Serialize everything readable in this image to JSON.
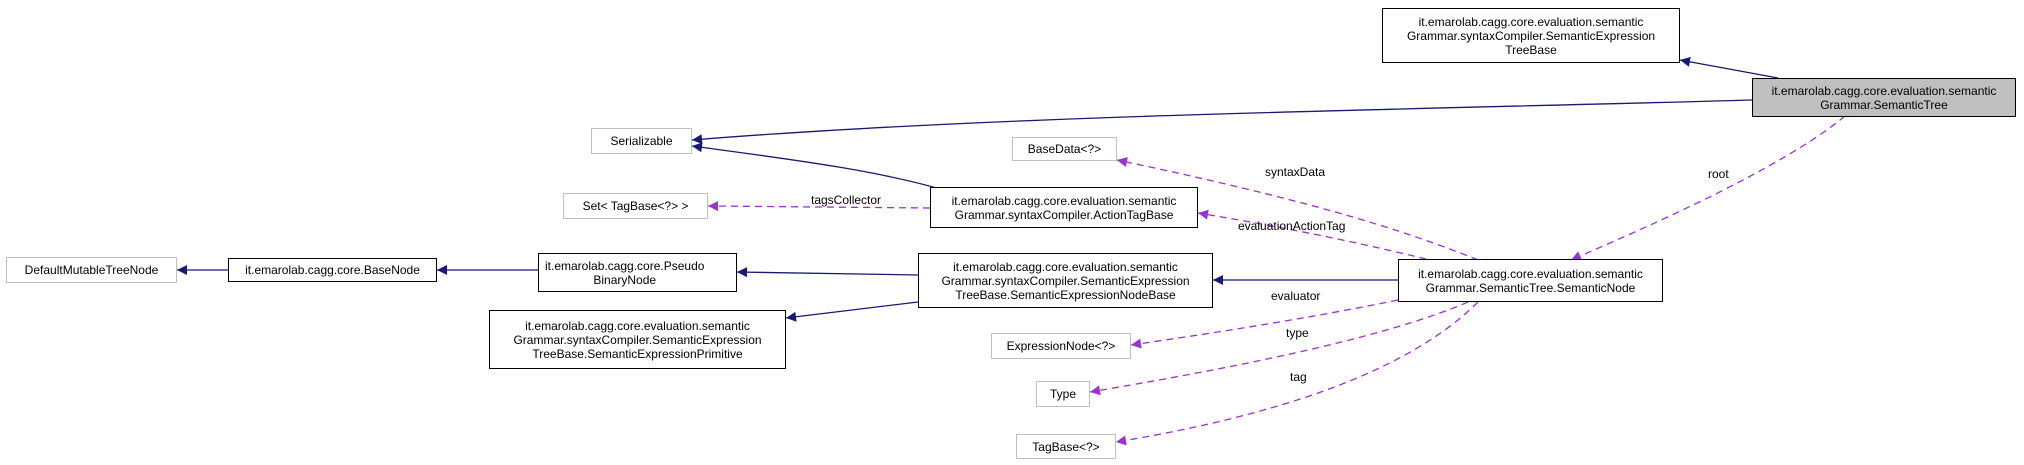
{
  "colors": {
    "inherit": "#191970",
    "usage": "#9a32cd",
    "highlight_fill": "#bfbfbf",
    "external_border": "#bfbfbf"
  },
  "nodes": {
    "semantic_tree": "it.emarolab.cagg.core.evaluation.semantic\nGrammar.SemanticTree",
    "semantic_expression_tree_base": "it.emarolab.cagg.core.evaluation.semantic\nGrammar.syntaxCompiler.SemanticExpression\nTreeBase",
    "serializable": "Serializable",
    "base_data": "BaseData<?>",
    "set_tag_base": "Set< TagBase<?> >",
    "action_tag_base": "it.emarolab.cagg.core.evaluation.semantic\nGrammar.syntaxCompiler.ActionTagBase",
    "default_mutable_tree_node": "DefaultMutableTreeNode",
    "base_node": "it.emarolab.cagg.core.BaseNode",
    "pseudo_binary_node": "it.emarolab.cagg.core.Pseudo\nBinaryNode",
    "semantic_expression_node_base": "it.emarolab.cagg.core.evaluation.semantic\nGrammar.syntaxCompiler.SemanticExpression\nTreeBase.SemanticExpressionNodeBase",
    "semantic_node": "it.emarolab.cagg.core.evaluation.semantic\nGrammar.SemanticTree.SemanticNode",
    "semantic_expression_primitive": "it.emarolab.cagg.core.evaluation.semantic\nGrammar.syntaxCompiler.SemanticExpression\nTreeBase.SemanticExpressionPrimitive",
    "expression_node": "ExpressionNode<?>",
    "type": "Type",
    "tag_base": "TagBase<?>"
  },
  "edge_labels": {
    "root": "root",
    "syntax_data": "syntaxData",
    "tags_collector": "tagsCollector",
    "evaluation_action_tag": "evaluationActionTag",
    "evaluator": "evaluator",
    "type": "type",
    "tag": "tag"
  }
}
